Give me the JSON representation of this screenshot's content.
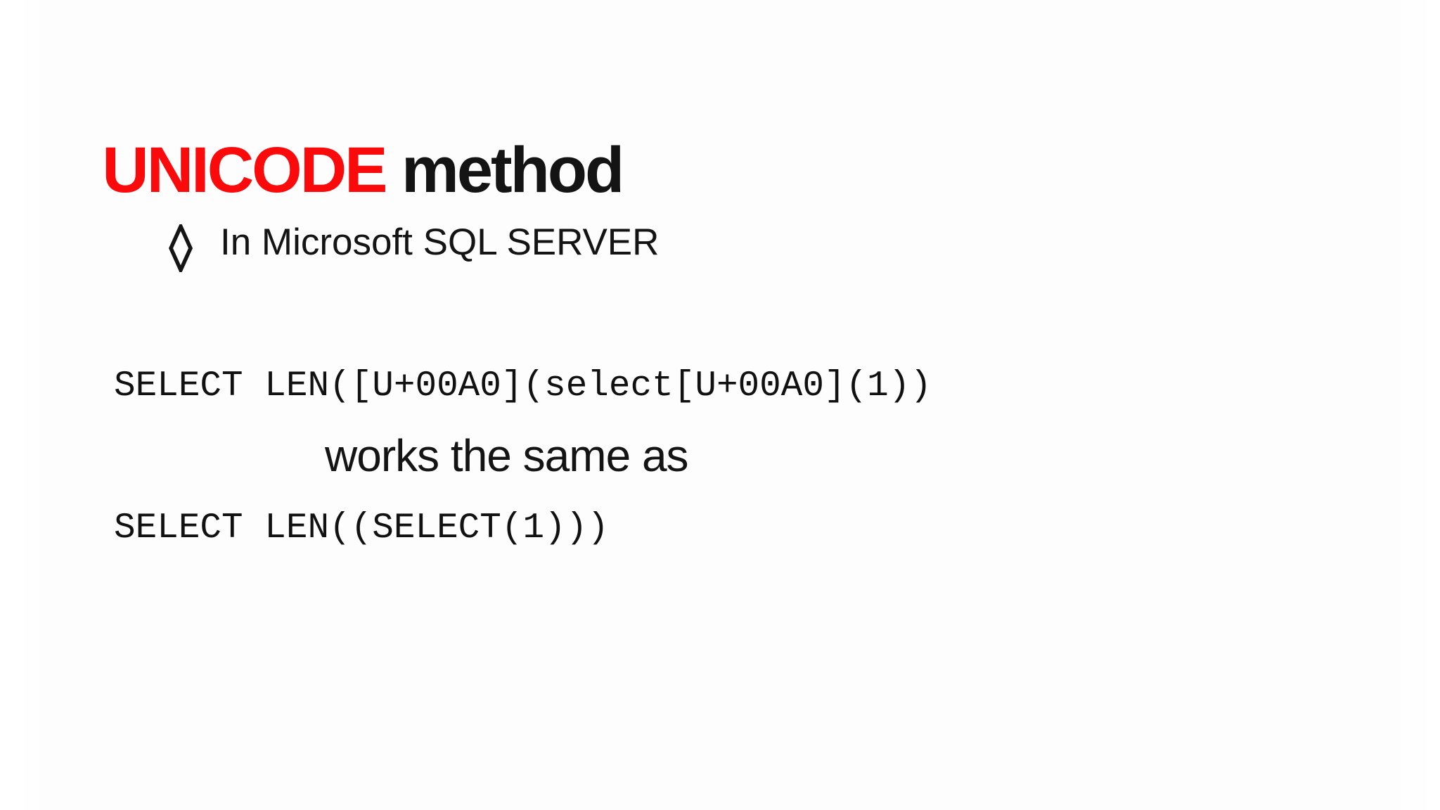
{
  "slide": {
    "title": {
      "highlight": "UNICODE",
      "rest": " method"
    },
    "bullet": {
      "icon": "diamond-outline-bullet",
      "text": "In Microsoft SQL SERVER"
    },
    "code_line_1": "SELECT LEN([U+00A0](select[U+00A0](1))",
    "connector_text": "works the same as",
    "code_line_2": "SELECT LEN((SELECT(1)))",
    "colors": {
      "title_highlight": "#fa0a0a",
      "body_text": "#141414",
      "background": "#fdfdfe"
    }
  }
}
